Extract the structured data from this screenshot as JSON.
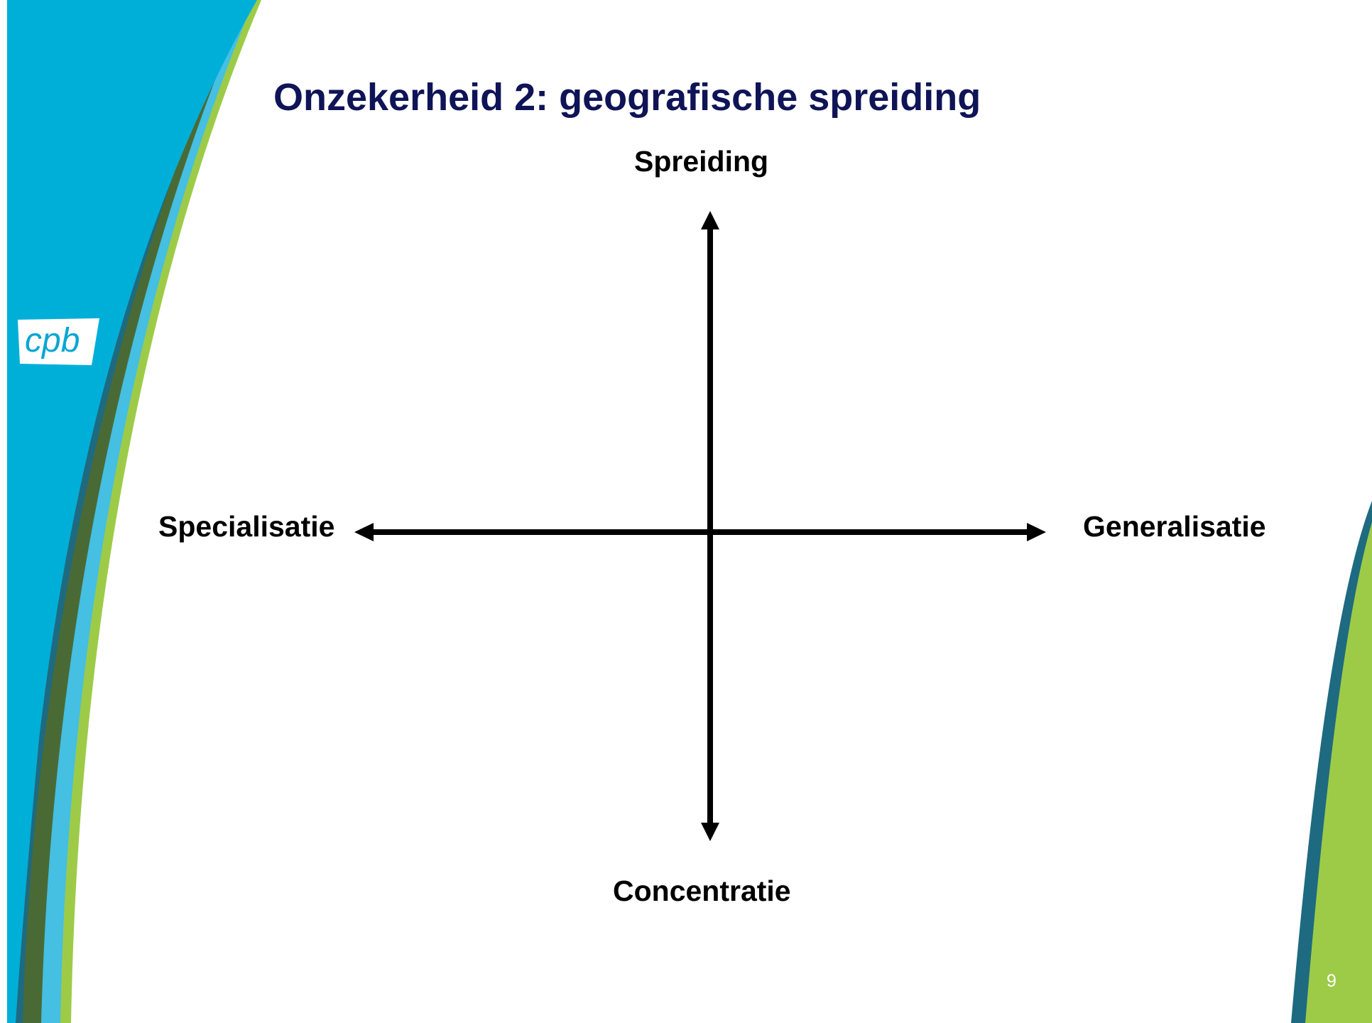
{
  "slide": {
    "title": "Onzekerheid 2: geografische spreiding",
    "logo_text": "cpb",
    "page_number": "9"
  },
  "diagram": {
    "top_label": "Spreiding",
    "bottom_label": "Concentratie",
    "left_label": "Specialisatie",
    "right_label": "Generalisatie"
  },
  "colors": {
    "title": "#0f1457",
    "brand_blue": "#00afd8",
    "brand_green": "#9dcb48",
    "dark_green": "#4a6a35",
    "teal": "#1e6a80",
    "axis": "#000000"
  }
}
